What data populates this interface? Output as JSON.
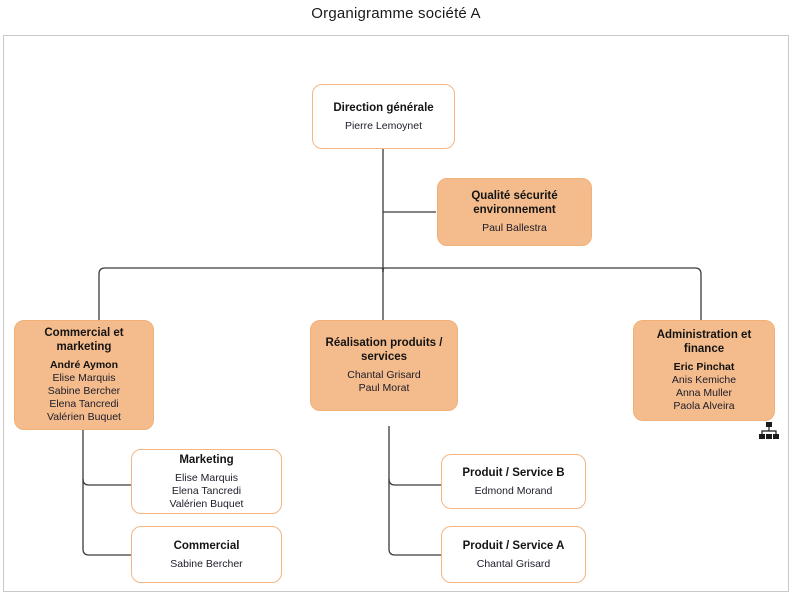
{
  "title": "Organigramme société A",
  "theme": {
    "fill": "#f4bc8c",
    "fill_border": "#f0b078",
    "outline_border": "#f3b684",
    "connector": "#3a3a3a",
    "canvas_border": "#c8c8c8",
    "text": "#141414"
  },
  "icons": {
    "hierarchy": "hierarchy-icon"
  },
  "nodes": {
    "direction": {
      "title": "Direction générale",
      "people": [
        {
          "name": "Pierre Lemoynet",
          "lead": false
        }
      ]
    },
    "quality": {
      "title": "Qualité sécurité\nenvironnement",
      "people": [
        {
          "name": "Paul Ballestra",
          "lead": false
        }
      ]
    },
    "commercial_marketing": {
      "title": "Commercial et\nmarketing",
      "people": [
        {
          "name": "André Aymon",
          "lead": true
        },
        {
          "name": "Elise Marquis",
          "lead": false
        },
        {
          "name": "Sabine Bercher",
          "lead": false
        },
        {
          "name": "Elena Tancredi",
          "lead": false
        },
        {
          "name": "Valérien Buquet",
          "lead": false
        }
      ]
    },
    "realisation": {
      "title": "Réalisation produits /\nservices",
      "people": [
        {
          "name": "Chantal Grisard",
          "lead": false
        },
        {
          "name": "Paul Morat",
          "lead": false
        }
      ]
    },
    "administration": {
      "title": "Administration et\nfinance",
      "people": [
        {
          "name": "Eric Pinchat",
          "lead": true
        },
        {
          "name": "Anis Kemiche",
          "lead": false
        },
        {
          "name": "Anna Muller",
          "lead": false
        },
        {
          "name": "Paola Alveira",
          "lead": false
        }
      ]
    },
    "marketing": {
      "title": "Marketing",
      "people": [
        {
          "name": "Elise Marquis",
          "lead": false
        },
        {
          "name": "Elena Tancredi",
          "lead": false
        },
        {
          "name": "Valérien Buquet",
          "lead": false
        }
      ]
    },
    "commercial": {
      "title": "Commercial",
      "people": [
        {
          "name": "Sabine Bercher",
          "lead": false
        }
      ]
    },
    "produit_b": {
      "title": "Produit / Service B",
      "people": [
        {
          "name": "Edmond Morand",
          "lead": false
        }
      ]
    },
    "produit_a": {
      "title": "Produit / Service A",
      "people": [
        {
          "name": "Chantal Grisard",
          "lead": false
        }
      ]
    }
  }
}
